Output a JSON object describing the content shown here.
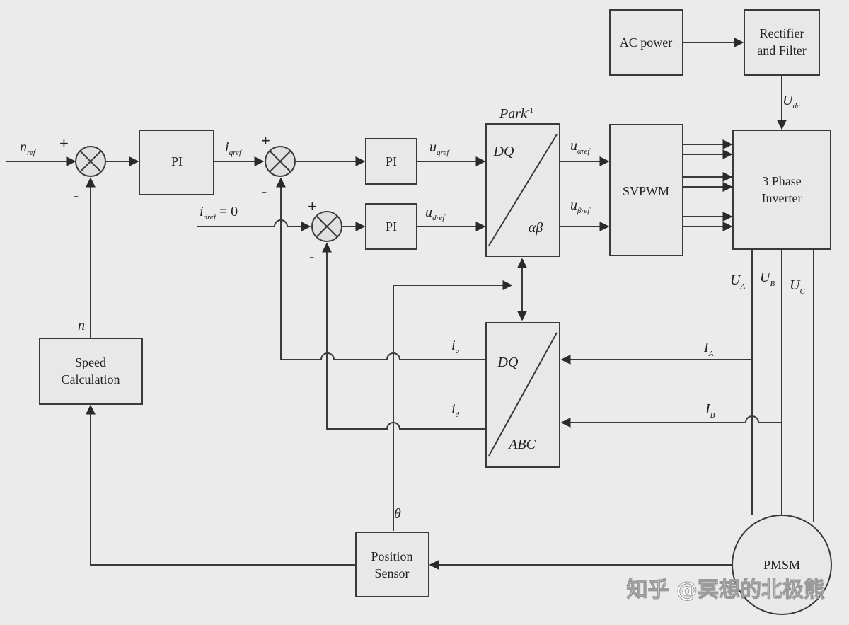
{
  "blocks": {
    "ac_power": "AC power",
    "rectifier_l1": "Rectifier",
    "rectifier_l2": "and Filter",
    "pi_speed": "PI",
    "pi_q": "PI",
    "pi_d": "PI",
    "inv_park_label": "Park",
    "inv_park_sup": "-1",
    "inv_park_top": "DQ",
    "inv_park_bottom": "αβ",
    "svpwm": "SVPWM",
    "inverter_l1": "3 Phase",
    "inverter_l2": "Inverter",
    "park_top": "DQ",
    "park_bottom": "ABC",
    "speed_calc_l1": "Speed",
    "speed_calc_l2": "Calculation",
    "position_sensor_l1": "Position",
    "position_sensor_l2": "Sensor",
    "pmsm": "PMSM"
  },
  "signals": {
    "n_ref": "n",
    "n_ref_sub": "ref",
    "i_qref": "i",
    "i_qref_sub": "qref",
    "i_dref": "i",
    "i_dref_sub": "dref",
    "i_dref_value": " = 0",
    "u_qref": "u",
    "u_qref_sub": "qref",
    "u_dref": "u",
    "u_dref_sub": "dref",
    "u_alpharef": "u",
    "u_alpharef_sub": "αref",
    "u_betaref": "u",
    "u_betaref_sub": "βref",
    "u_dc": "U",
    "u_dc_sub": "dc",
    "u_a": "U",
    "u_a_sub": "A",
    "u_b": "U",
    "u_b_sub": "B",
    "u_c": "U",
    "u_c_sub": "C",
    "i_a": "I",
    "i_a_sub": "A",
    "i_b": "I",
    "i_b_sub": "B",
    "i_q": "i",
    "i_q_sub": "q",
    "i_d": "i",
    "i_d_sub": "d",
    "n": "n",
    "theta": "θ"
  },
  "signs": {
    "plus": "+",
    "minus": "-"
  },
  "watermark": "知乎 @冥想的北极熊"
}
